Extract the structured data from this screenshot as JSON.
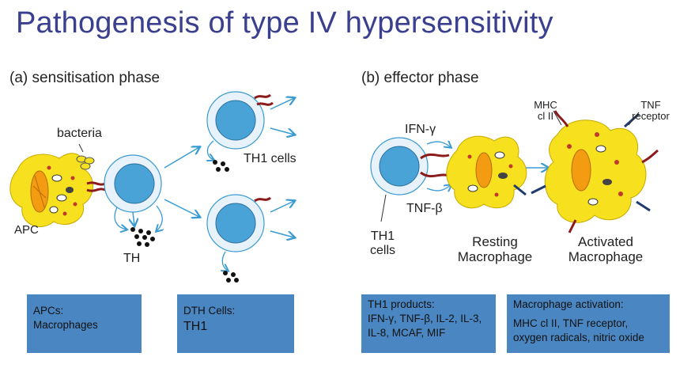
{
  "title": "Pathogenesis of type IV hypersensitivity",
  "phases": {
    "a": "(a) sensitisation phase",
    "b": "(b) effector phase"
  },
  "labels": {
    "bacteria": "bacteria",
    "apc": "APC",
    "th": "TH",
    "th1_cells_a": "TH1 cells",
    "ifn": "IFN-γ",
    "tnf_b": "TNF-β",
    "th1_cells_b_line1": "TH1",
    "th1_cells_b_line2": "cells",
    "mhc_line1": "MHC",
    "mhc_line2": "cl II",
    "tnf_receptor_line1": "TNF",
    "tnf_receptor_line2": "receptor",
    "resting_line1": "Resting",
    "resting_line2": "Macrophage",
    "activated_line1": "Activated",
    "activated_line2": "Macrophage"
  },
  "boxes": {
    "apcs": {
      "line1": "APCs:",
      "line2": "Macrophages"
    },
    "dth": {
      "line1": "DTH Cells:",
      "line2": "TH1"
    },
    "th1_products": {
      "line1": "TH1 products:",
      "line2": "IFN-γ, TNF-β, IL-2, IL-3,",
      "line3": "IL-8, MCAF, MIF"
    },
    "macrophage_activation": {
      "line1": "Macrophage activation:",
      "line2": "MHC cl II, TNF receptor,",
      "line3": "oxygen radicals, nitric oxide"
    }
  },
  "colors": {
    "title": "#3a3f8f",
    "box_fill": "#4a87c2",
    "cell_yellow": "#f7e11e",
    "nucleus_blue": "#4aa3d6",
    "arrow_blue": "#3a9bd3"
  }
}
